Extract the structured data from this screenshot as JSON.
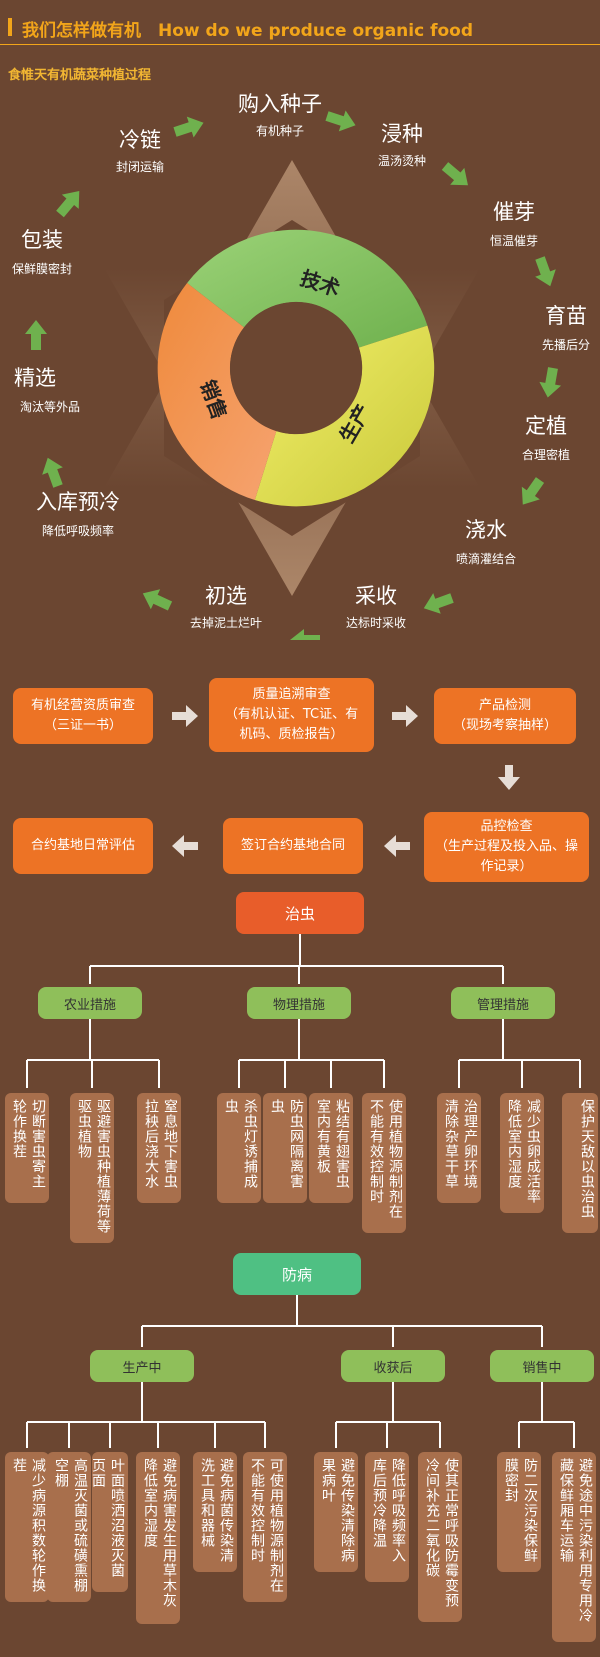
{
  "header": {
    "title": "我们怎样做有机　How do we produce organic food"
  },
  "subtitle": "食惟天有机蔬菜种植过程",
  "cycle": {
    "center": {
      "tech": "技术",
      "sales": "销售",
      "production": "生产"
    },
    "steps": [
      {
        "title": "购入种子",
        "sub": "有机种子"
      },
      {
        "title": "浸种",
        "sub": "温汤烫种"
      },
      {
        "title": "催芽",
        "sub": "恒温催芽"
      },
      {
        "title": "育苗",
        "sub": "先播后分"
      },
      {
        "title": "定植",
        "sub": "合理密植"
      },
      {
        "title": "浇水",
        "sub": "喷滴灌结合"
      },
      {
        "title": "采收",
        "sub": "达标时采收"
      },
      {
        "title": "初选",
        "sub": "去掉泥土烂叶"
      },
      {
        "title": "入库预冷",
        "sub": "降低呼吸频率"
      },
      {
        "title": "精选",
        "sub": "淘汰等外品"
      },
      {
        "title": "包装",
        "sub": "保鲜膜密封"
      },
      {
        "title": "冷链",
        "sub": "封闭运输"
      }
    ]
  },
  "flow": {
    "box1": {
      "line1": "有机经营资质审查",
      "line2": "（三证一书）"
    },
    "box2": {
      "line1": "质量追溯审查",
      "line2": "（有机认证、TC证、有",
      "line3": "机码、质检报告）"
    },
    "box3": {
      "line1": "产品检测",
      "line2": "（现场考察抽样）"
    },
    "box4": {
      "line1": "品控检查",
      "line2": "（生产过程及投入品、操",
      "line3": "作记录）"
    },
    "box5": {
      "line1": "签订合约基地合同"
    },
    "box6": {
      "line1": "合约基地日常评估"
    }
  },
  "pest": {
    "title": "治虫",
    "cats": [
      "农业措施",
      "物理措施",
      "管理措施"
    ],
    "items": [
      "切断害虫寄主轮作换茬",
      "驱避害虫种植薄荷等驱虫植物",
      "窒息地下害虫拉秧后浇大水",
      "杀虫灯诱捕成虫",
      "防虫网隔离害虫",
      "粘结有翅害虫室内有黄板",
      "使用植物源制剂在不能有效控制时",
      "治理产卵环境清除杂草干草",
      "减少虫卵成活率降低室内湿度",
      "保护天敌以虫治虫"
    ]
  },
  "disease": {
    "title": "防病",
    "cats": [
      "生产中",
      "收获后",
      "销售中"
    ],
    "items": [
      "减少病源积数轮作换茬",
      "高温灭菌或硫磺熏棚空棚",
      "叶面喷洒沼液灭菌页面",
      "避免病害发生用草木灰降低室内湿度",
      "避免病菌传染清洗工具和器械",
      "可使用植物源制剂在不能有效控制时",
      "避免传染清除病果病叶",
      "降低呼吸频率入库后预冷降温",
      "使其正常呼吸防霉变预冷间补充二氧化碳",
      "防二次污染保鲜膜密封",
      "避免途中污染利用专用冷藏保鲜厢车运输"
    ]
  },
  "colors": {
    "background": "#6b4631",
    "accent": "#f2a51a",
    "orange_box": "#ed7325",
    "green_box": "#8fbf5a",
    "brown_box": "#a86f4c",
    "pest_title": "#e85d2a",
    "disease_title": "#4fc083"
  }
}
